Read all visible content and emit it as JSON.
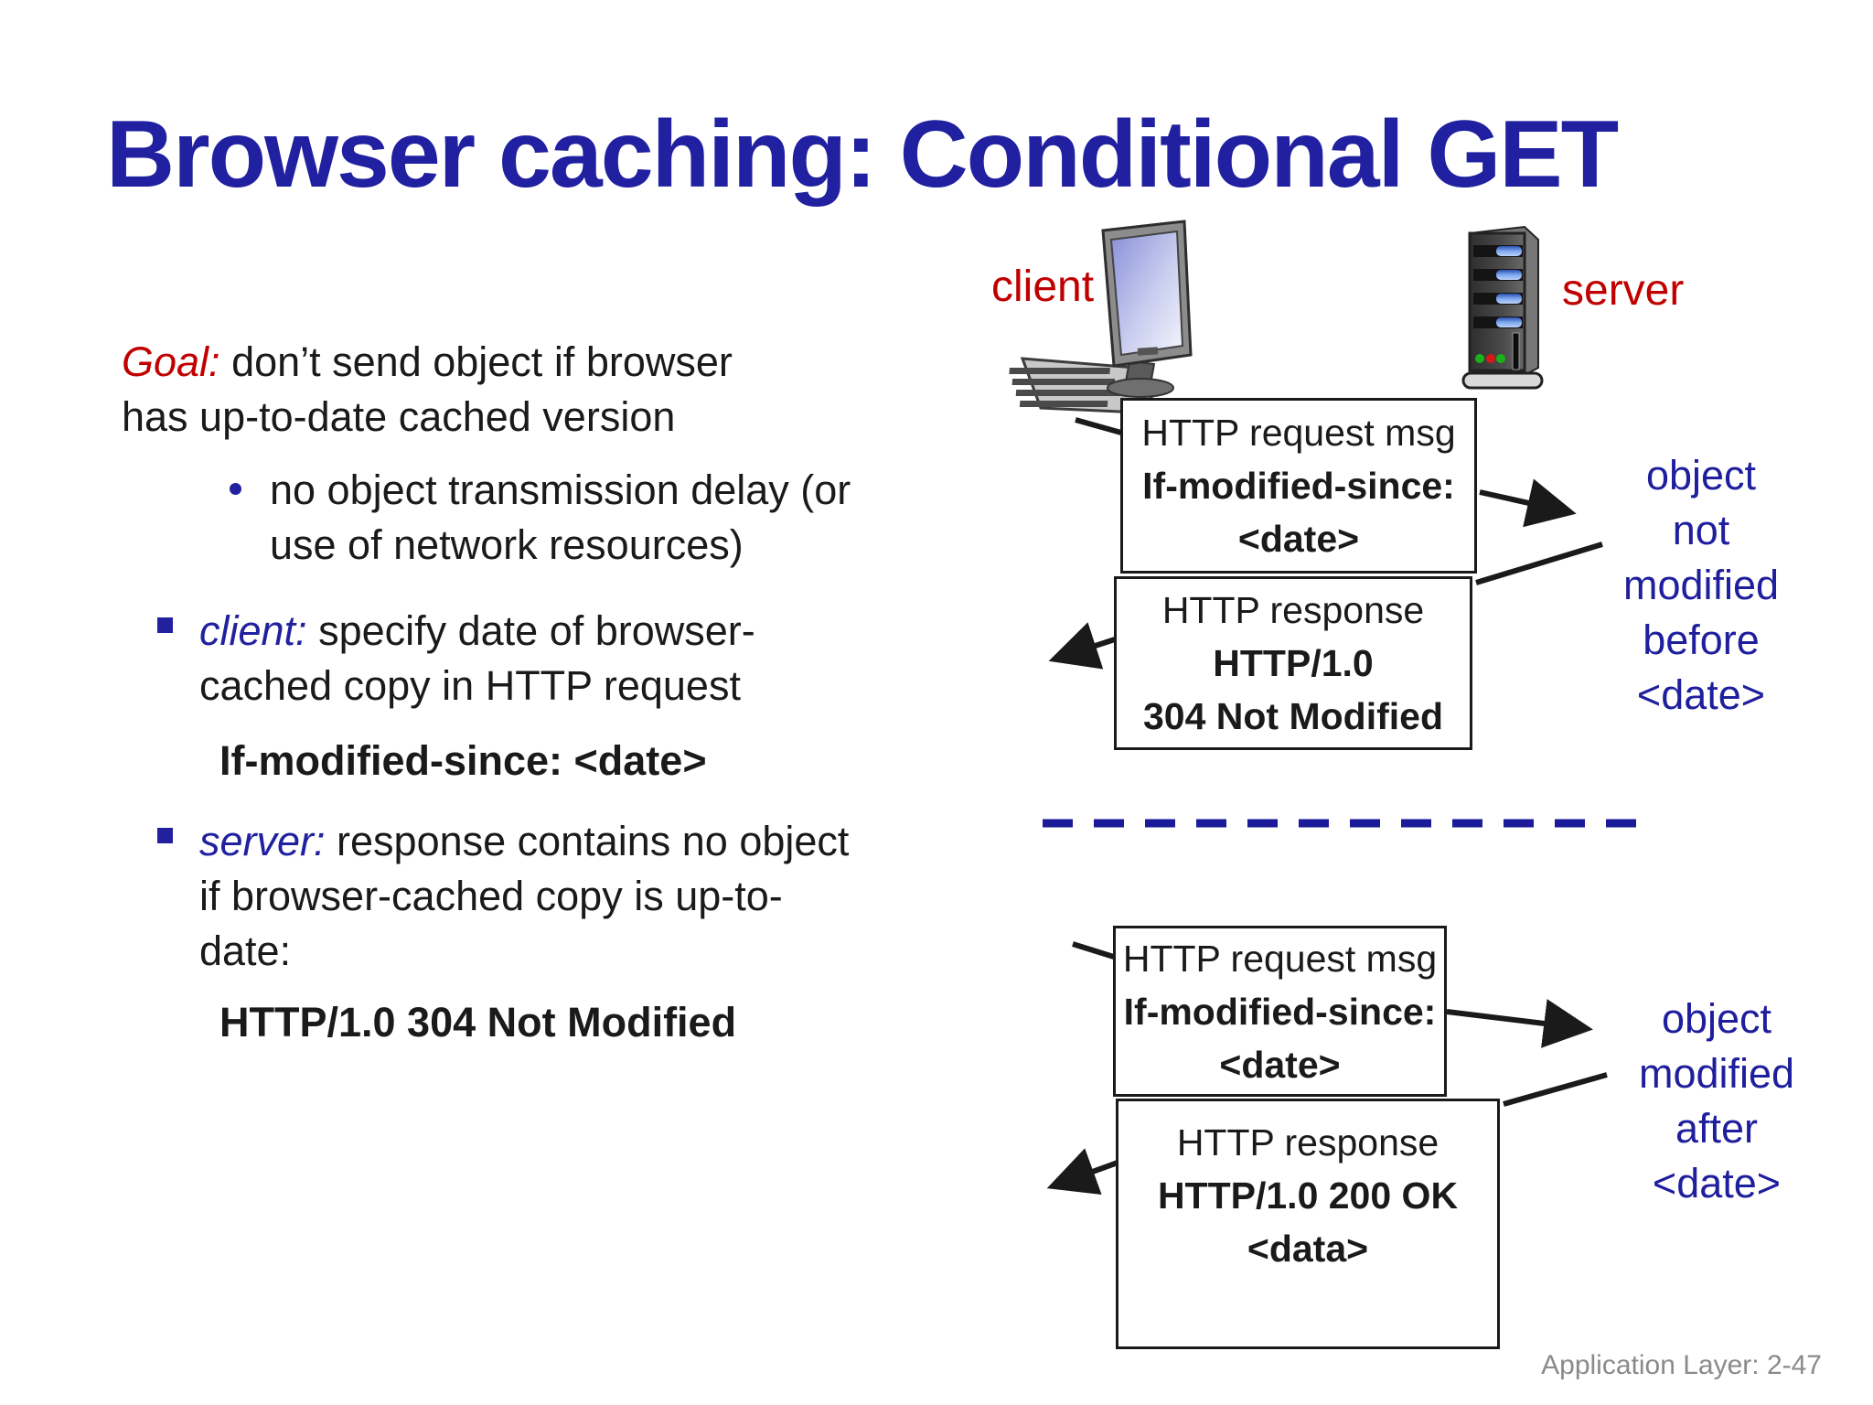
{
  "colors": {
    "title_blue": "#2020A0",
    "navy": "#1F1F9E",
    "accent_red": "#C00000",
    "text_black": "#1A1A1A",
    "footer_gray": "#8A8A8A"
  },
  "title": "Browser caching: Conditional GET",
  "footer": "Application Layer: 2-47",
  "left_column": {
    "goal_label": "Goal:",
    "goal_text": " don’t send object if browser\nhas up-to-date cached version",
    "goal_bullet": "no object transmission delay (or\nuse of network resources)",
    "client_label": "client:",
    "client_text": " specify date of browser-\ncached copy in HTTP request",
    "client_code": "If-modified-since: <date>",
    "server_label": "server:",
    "server_text": " response contains no object\nif browser-cached copy is up-to-\ndate:",
    "server_code": "HTTP/1.0 304 Not Modified"
  },
  "diagram": {
    "client_label": "client",
    "server_label": "server",
    "scenario1": {
      "request_line1": "HTTP request msg",
      "request_line2": "If-modified-since:",
      "request_line3": "<date>",
      "response_line1": "HTTP response",
      "response_line2": "HTTP/1.0",
      "response_line3": "304 Not Modified",
      "annotation": "object\nnot\nmodified\nbefore\n<date>"
    },
    "scenario2": {
      "request_line1": "HTTP request msg",
      "request_line2": "If-modified-since:",
      "request_line3": "<date>",
      "response_line1": "HTTP response",
      "response_line2": "HTTP/1.0 200 OK",
      "response_line3": "<data>",
      "annotation": "object\nmodified\nafter\n<date>"
    }
  }
}
